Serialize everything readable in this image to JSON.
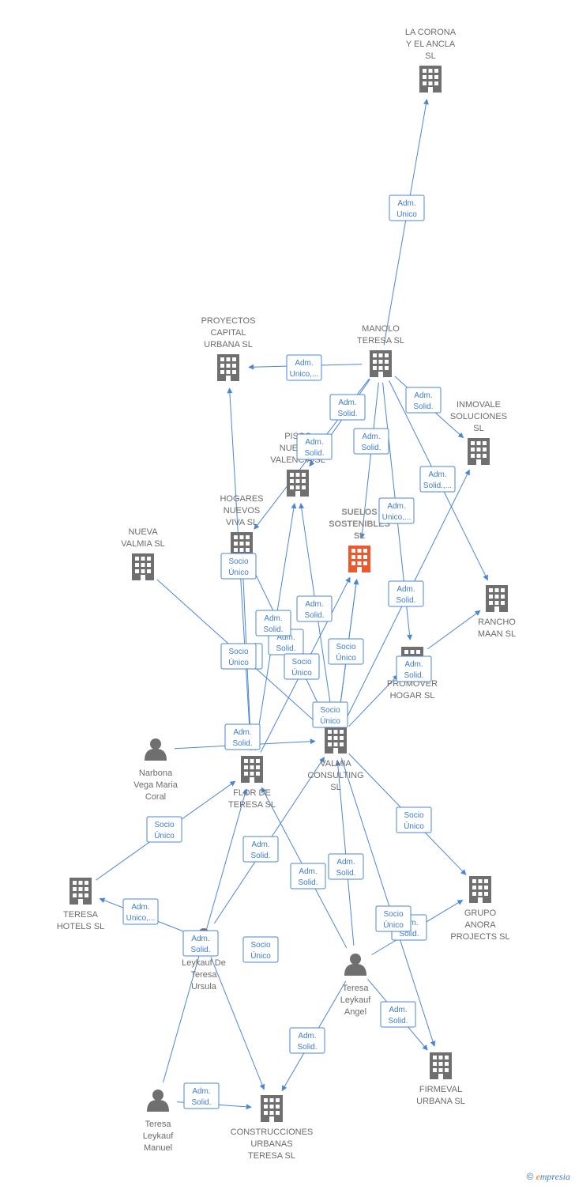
{
  "colors": {
    "edge": "#4a86d8",
    "company": "#6f6f6f",
    "main_company": "#f0572d",
    "person": "#6f6f6f"
  },
  "nodes": [
    {
      "id": "la-corona",
      "type": "company",
      "lines": [
        "LA CORONA",
        "Y EL ANCLA",
        "SL"
      ]
    },
    {
      "id": "proyectos-capital",
      "type": "company",
      "lines": [
        "PROYECTOS",
        "CAPITAL",
        "URBANA  SL"
      ]
    },
    {
      "id": "manolo-teresa",
      "type": "company",
      "lines": [
        "MANOLO",
        "TERESA  SL"
      ]
    },
    {
      "id": "inmovale",
      "type": "company",
      "lines": [
        "INMOVALE",
        "SOLUCIONES",
        "SL"
      ]
    },
    {
      "id": "pisos-nuevos",
      "type": "company",
      "lines": [
        "PISOS",
        "NUEVOS",
        "VALENCIA SL"
      ]
    },
    {
      "id": "hogares-nuevos",
      "type": "company",
      "lines": [
        "HOGARES",
        "NUEVOS",
        "VIVA  SL"
      ]
    },
    {
      "id": "suelos",
      "type": "main",
      "lines": [
        "SUELOS",
        "SOSTENIBLES",
        "SL"
      ]
    },
    {
      "id": "nueva-valmia",
      "type": "company",
      "lines": [
        "NUEVA",
        "VALMIA  SL"
      ]
    },
    {
      "id": "rancho-maan",
      "type": "company",
      "lines": [
        "RANCHO",
        "MAAN  SL"
      ]
    },
    {
      "id": "promover",
      "type": "company",
      "lines": [
        "PROMOVER",
        "HOGAR  SL"
      ]
    },
    {
      "id": "narbona",
      "type": "person",
      "lines": [
        "Narbona",
        "Vega Maria",
        "Coral"
      ]
    },
    {
      "id": "valmia",
      "type": "company",
      "lines": [
        "VALMIA",
        "CONSULTING",
        "SL"
      ]
    },
    {
      "id": "flor",
      "type": "company",
      "lines": [
        "FLOR DE",
        "TERESA SL"
      ]
    },
    {
      "id": "teresa-hotels",
      "type": "company",
      "lines": [
        "TERESA",
        "HOTELS SL"
      ]
    },
    {
      "id": "grupo-anora",
      "type": "company",
      "lines": [
        "GRUPO",
        "ANORA",
        "PROJECTS  SL"
      ]
    },
    {
      "id": "ursula",
      "type": "person",
      "lines": [
        "Leykauf De",
        "Teresa",
        "Ursula"
      ]
    },
    {
      "id": "angel",
      "type": "person",
      "lines": [
        "Teresa",
        "Leykauf",
        "Angel"
      ]
    },
    {
      "id": "firmeval",
      "type": "company",
      "lines": [
        "FIRMEVAL",
        "URBANA  SL"
      ]
    },
    {
      "id": "manuel",
      "type": "person",
      "lines": [
        "Teresa",
        "Leykauf",
        "Manuel"
      ]
    },
    {
      "id": "construcciones",
      "type": "company",
      "lines": [
        "CONSTRUCCIONES",
        "URBANAS",
        "TERESA SL"
      ]
    }
  ],
  "edges": [
    {
      "from": "manolo-teresa",
      "to": "la-corona",
      "label": [
        "Adm.",
        "Unico"
      ]
    },
    {
      "from": "manolo-teresa",
      "to": "proyectos-capital",
      "label": [
        "Adm.",
        "Unico,..."
      ]
    },
    {
      "from": "manolo-teresa",
      "to": "pisos-nuevos",
      "label": [
        "Adm.",
        "Solid."
      ]
    },
    {
      "from": "manolo-teresa",
      "to": "inmovale",
      "label": [
        "Adm.",
        "Solid."
      ]
    },
    {
      "from": "manolo-teresa",
      "to": "suelos",
      "label": [
        "Adm.",
        "Solid."
      ]
    },
    {
      "from": "manolo-teresa",
      "to": "rancho-maan",
      "label": [
        "Adm.",
        "Solid.,..."
      ]
    },
    {
      "from": "manolo-teresa",
      "to": "hogares-nuevos",
      "label": [
        "Adm.",
        "Solid."
      ]
    },
    {
      "from": "manolo-teresa",
      "to": "promover",
      "label": [
        "Adm.",
        "Solid."
      ]
    },
    {
      "from": "valmia",
      "to": "suelos",
      "label": [
        "Adm.",
        "Unico,..."
      ]
    },
    {
      "from": "valmia",
      "to": "inmovale",
      "label": [
        "Adm.",
        "Solid."
      ]
    },
    {
      "from": "valmia",
      "to": "pisos-nuevos",
      "label": [
        "Adm.",
        "Solid."
      ]
    },
    {
      "from": "valmia",
      "to": "promover",
      "label": [
        "Adm.",
        "Solid."
      ]
    },
    {
      "from": "valmia",
      "to": "hogares-nuevos",
      "label": [
        "Socio",
        "Único"
      ]
    },
    {
      "from": "valmia",
      "to": "grupo-anora",
      "label": [
        "Socio",
        "Único"
      ]
    },
    {
      "from": "nueva-valmia",
      "to": "valmia",
      "label": [
        "Socio",
        "Único"
      ]
    },
    {
      "from": "flor",
      "to": "proyectos-capital",
      "label": [
        "Socio",
        "Único"
      ]
    },
    {
      "from": "flor",
      "to": "pisos-nuevos",
      "label": [
        "Adm.",
        "Solid."
      ]
    },
    {
      "from": "flor",
      "to": "suelos",
      "label": [
        "Socio",
        "Único"
      ]
    },
    {
      "from": "flor",
      "to": "hogares-nuevos",
      "label": [
        "Socio",
        "Único"
      ]
    },
    {
      "from": "narbona",
      "to": "valmia",
      "label": [
        "Adm.",
        "Solid."
      ]
    },
    {
      "from": "ursula",
      "to": "teresa-hotels",
      "label": [
        "Adm.",
        "Unico,..."
      ]
    },
    {
      "from": "teresa-hotels",
      "to": "flor",
      "label": [
        "Socio",
        "Único"
      ]
    },
    {
      "from": "ursula",
      "to": "valmia",
      "label": [
        "Adm.",
        "Solid."
      ]
    },
    {
      "from": "ursula",
      "to": "construcciones",
      "label": [
        "Socio",
        "Único"
      ]
    },
    {
      "from": "manuel",
      "to": "flor",
      "label": [
        "Adm.",
        "Solid."
      ]
    },
    {
      "from": "manuel",
      "to": "construcciones",
      "label": [
        "Adm.",
        "Solid."
      ]
    },
    {
      "from": "angel",
      "to": "flor",
      "label": [
        "Adm.",
        "Solid."
      ]
    },
    {
      "from": "angel",
      "to": "valmia",
      "label": [
        "Adm.",
        "Solid."
      ]
    },
    {
      "from": "angel",
      "to": "grupo-anora",
      "label": [
        "Adm.",
        "Solid."
      ]
    },
    {
      "from": "angel",
      "to": "firmeval",
      "label": [
        "Adm.",
        "Solid."
      ]
    },
    {
      "from": "valmia",
      "to": "firmeval",
      "label": [
        "Socio",
        "Único"
      ]
    },
    {
      "from": "angel",
      "to": "construcciones",
      "label": [
        "Adm.",
        "Solid."
      ]
    },
    {
      "from": "valmia",
      "to": "suelos",
      "label": [
        "Socio",
        "Único"
      ]
    },
    {
      "from": "promover",
      "to": "rancho-maan",
      "label": [
        "Adm.",
        "Solid."
      ]
    }
  ],
  "footer": {
    "copyright": "©",
    "brand_e": "e",
    "brand_rest": "mpresia"
  }
}
